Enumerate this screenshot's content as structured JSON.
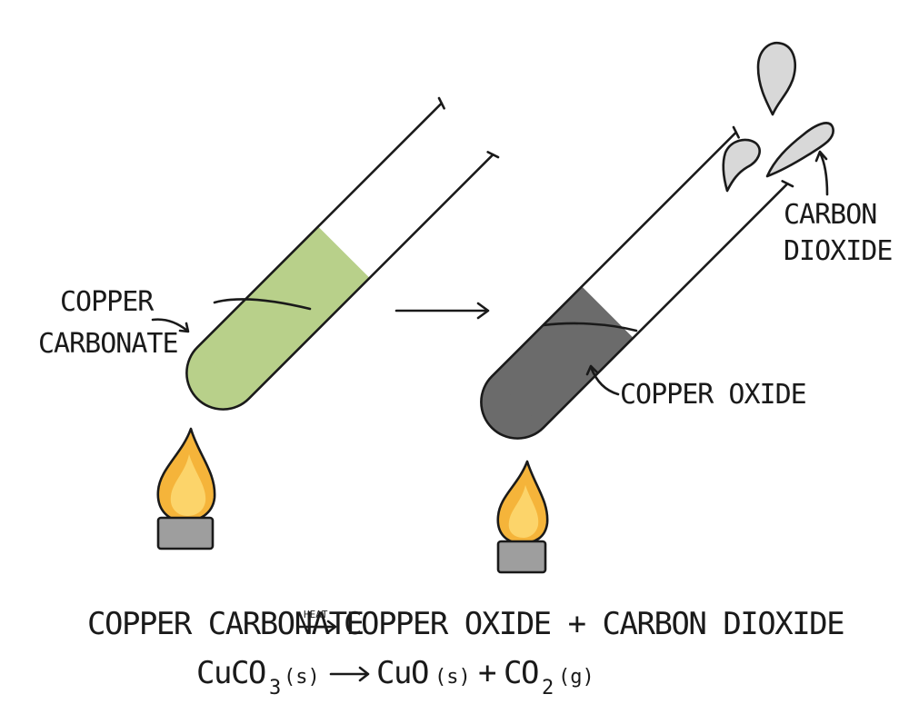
{
  "colors": {
    "copper_carbonate": "#b8d08a",
    "copper_oxide": "#6b6b6b",
    "flame_outer": "#f5b43a",
    "flame_inner": "#fcd46a",
    "burner": "#9e9e9e",
    "gas": "#d8d8d8",
    "ink": "#1a1a1a"
  },
  "labels": {
    "copper_carbonate_line1": "COPPER",
    "copper_carbonate_line2": "CARBONATE",
    "copper_oxide": "COPPER OXIDE",
    "carbon_dioxide_line1": "CARBON",
    "carbon_dioxide_line2": "DIOXIDE"
  },
  "word_equation": {
    "reactant": "COPPER CARBONATE",
    "condition": "HEAT",
    "products": "COPPER OXIDE + CARBON DIOXIDE"
  },
  "symbol_equation": {
    "reactant": "CuCO",
    "reactant_sub": "3",
    "reactant_state": "(s)",
    "product1": "CuO",
    "product1_state": "(s)",
    "plus": "+",
    "product2": "CO",
    "product2_sub": "2",
    "product2_state": "(g)"
  },
  "icons": [
    "test-tube-icon",
    "flame-icon",
    "burner-icon",
    "gas-puff-icon",
    "arrow-icon"
  ]
}
